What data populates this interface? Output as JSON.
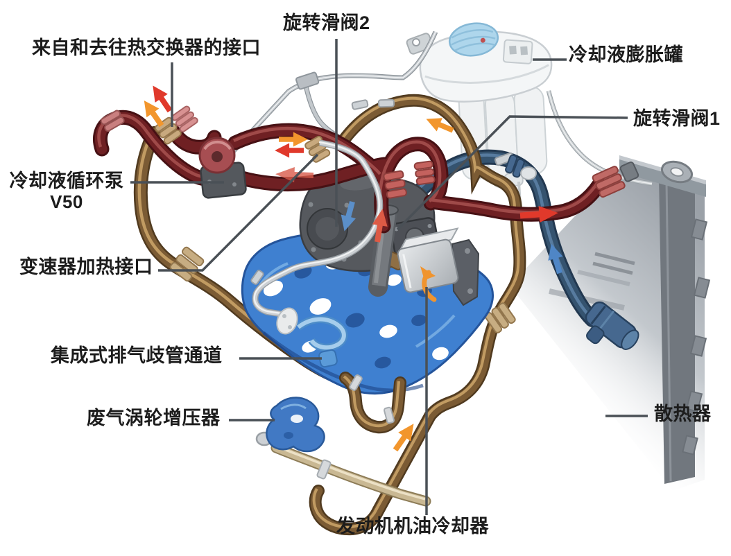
{
  "figure": {
    "background_color": "#ffffff",
    "description": "Engine cooling system 3D cutaway diagram with Chinese callout labels"
  },
  "labels": [
    {
      "id": "heat-exchanger-ports",
      "text": "来自和去往热交换器的接口"
    },
    {
      "id": "rotary-slide-valve-2",
      "text": "旋转滑阀2"
    },
    {
      "id": "coolant-expansion-tank",
      "text": "冷却液膨胀罐"
    },
    {
      "id": "rotary-slide-valve-1",
      "text": "旋转滑阀1"
    },
    {
      "id": "coolant-circulation-pump",
      "text": "冷却液循环泵",
      "line2": "V50"
    },
    {
      "id": "transmission-heating-port",
      "text": "变速器加热接口"
    },
    {
      "id": "integrated-exhaust-manifold-passage",
      "text": "集成式排气歧管通道"
    },
    {
      "id": "exhaust-turbocharger",
      "text": "废气涡轮增压器"
    },
    {
      "id": "radiator",
      "text": "散热器"
    },
    {
      "id": "engine-oil-cooler",
      "text": "发动机机油冷却器"
    }
  ],
  "colors": {
    "label_text": "#1c1c1c",
    "leader_line": "#4a5056",
    "hot_coolant_hose_red": "#6f2023",
    "warm_hose_brown": "#7b5b34",
    "cold_coolant_hose_navy": "#35536f",
    "engine_block_blue": "#3f80d0",
    "arrow_red": "#e0392b",
    "arrow_orange": "#f2962d",
    "arrow_blue": "#5b8fc9",
    "tank_cap_blue": "#aed6ec",
    "radiator_gray": "#9ba1a8"
  },
  "flow_arrows": [
    {
      "name": "hot-return-arrow",
      "color_key": "arrow_red"
    },
    {
      "name": "warm-feed-arrow",
      "color_key": "arrow_orange"
    },
    {
      "name": "cold-flow-arrow",
      "color_key": "arrow_blue"
    }
  ]
}
